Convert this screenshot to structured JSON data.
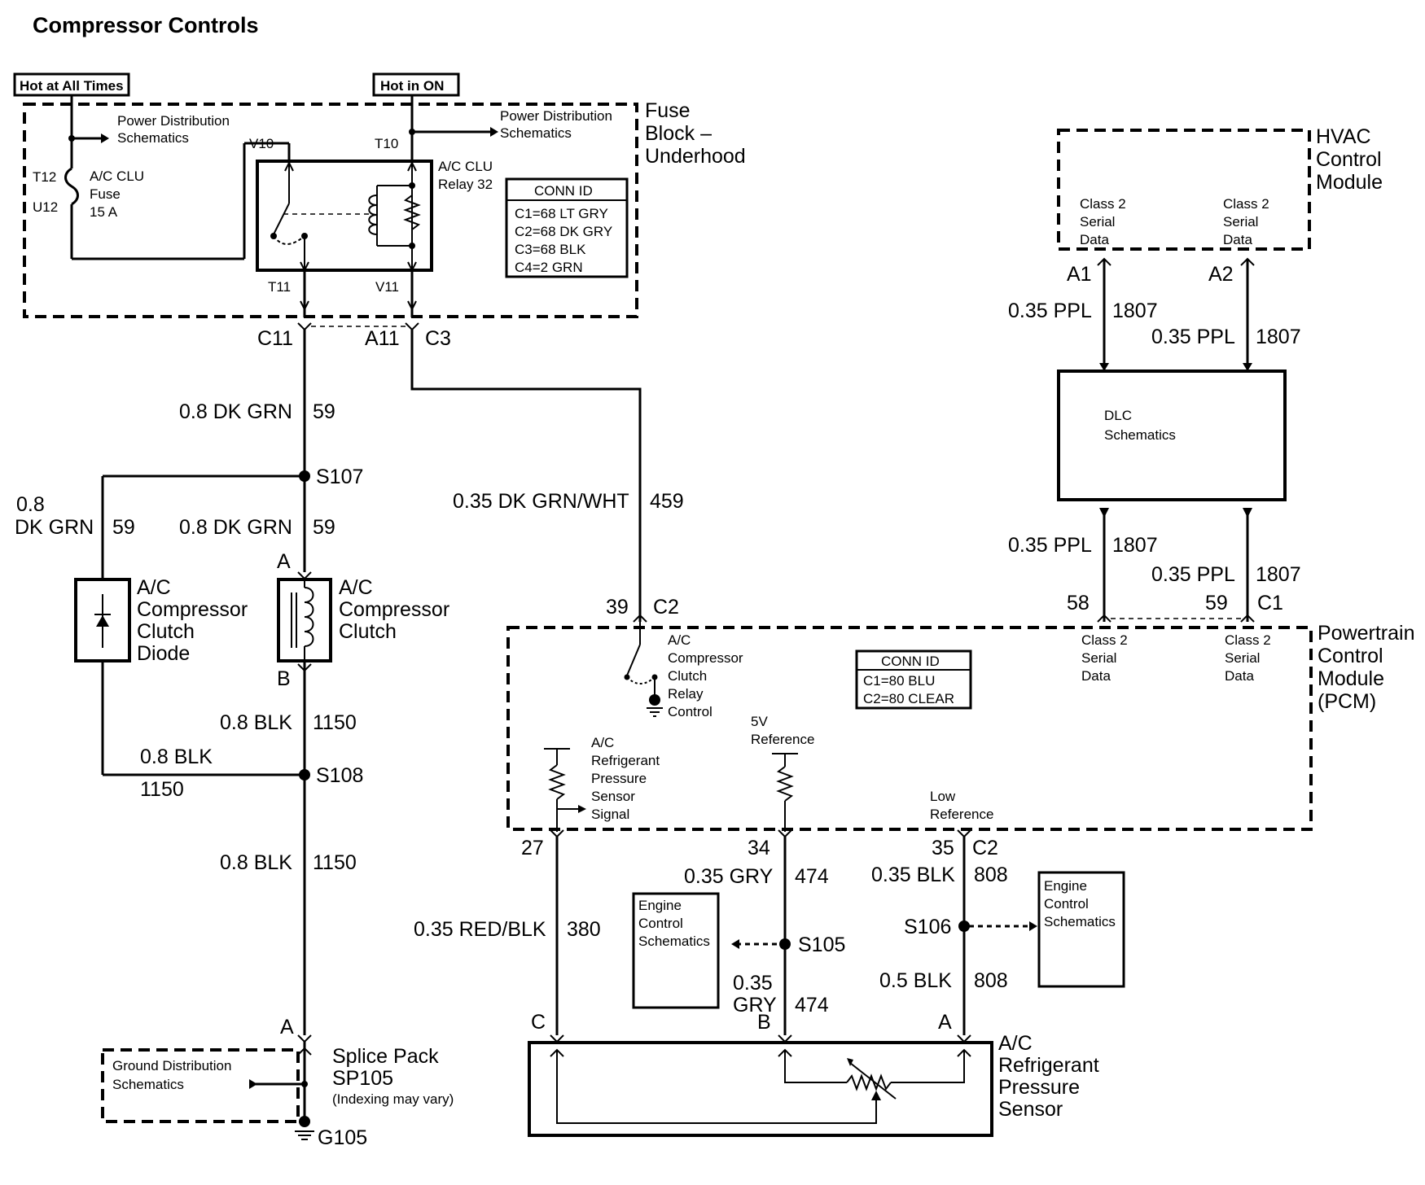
{
  "title": "Compressor Controls",
  "supply": {
    "hot_always": "Hot at All Times",
    "hot_on": "Hot in ON"
  },
  "fuse_block": {
    "name": [
      "Fuse",
      "Block –",
      "Underhood"
    ],
    "power_dist_1": [
      "Power Distribution",
      "Schematics"
    ],
    "power_dist_2": [
      "Power Distribution",
      "Schematics"
    ],
    "fuse_lines": [
      "A/C CLU",
      "Fuse",
      "15 A"
    ],
    "relay_lines": [
      "A/C CLU",
      "Relay 32"
    ],
    "t12": "T12",
    "u12": "U12",
    "v10": "V10",
    "t10": "T10",
    "t11": "T11",
    "v11": "V11",
    "conn_title": "CONN ID",
    "conn_lines": [
      "C1=68 LT GRY",
      "C2=68 DK GRY",
      "C3=68 BLK",
      "C4=2 GRN"
    ]
  },
  "fb_conn": {
    "c11": "C11",
    "a11": "A11",
    "c3": "C3"
  },
  "wires": {
    "dk_grn_1": "0.8 DK GRN",
    "num_59": "59",
    "s107": "S107",
    "dk_grn_left_1": "0.8",
    "dk_grn_left_2": "DK GRN",
    "dk_grn_3": "0.8 DK GRN",
    "dk_grn_wht": "0.35 DK GRN/WHT",
    "num_459": "459",
    "blk_1": "0.8 BLK",
    "num_1150": "1150",
    "blk_2": "0.8 BLK",
    "s108": "S108",
    "blk_3": "0.8 BLK",
    "red_blk": "0.35 RED/BLK",
    "num_380": "380",
    "gry_1": "0.35 GRY",
    "num_474": "474",
    "gry_2a": "0.35",
    "gry_2b": "GRY",
    "blk_035": "0.35 BLK",
    "num_808": "808",
    "blk_05": "0.5 BLK",
    "ppl": "0.35 PPL",
    "num_1807": "1807",
    "s105": "S105",
    "s106": "S106"
  },
  "clutch_diode": [
    "A/C",
    "Compressor",
    "Clutch",
    "Diode"
  ],
  "clutch": [
    "A/C",
    "Compressor",
    "Clutch"
  ],
  "pin_a": "A",
  "pin_b": "B",
  "pin_c": "C",
  "splice_pack": [
    "Splice Pack",
    "SP105",
    "(Indexing may vary)"
  ],
  "ground_dist": [
    "Ground Distribution",
    "Schematics"
  ],
  "g105": "G105",
  "pcm": {
    "name": [
      "Powertrain",
      "Control",
      "Module",
      "(PCM)"
    ],
    "relay_control": [
      "A/C",
      "Compressor",
      "Clutch",
      "Relay",
      "Control"
    ],
    "sensor_signal": [
      "A/C",
      "Refrigerant",
      "Pressure",
      "Sensor",
      "Signal"
    ],
    "ref_5v": [
      "5V",
      "Reference"
    ],
    "low_ref": [
      "Low",
      "Reference"
    ],
    "class2": [
      "Class 2",
      "Serial",
      "Data"
    ],
    "conn_title": "CONN ID",
    "conn_lines": [
      "C1=80 BLU",
      "C2=80 CLEAR"
    ],
    "pin_39": "39",
    "c2_top": "C2",
    "pin_58": "58",
    "pin_59": "59",
    "c1": "C1",
    "pin_27": "27",
    "pin_34": "34",
    "pin_35": "35",
    "c2_bot": "C2"
  },
  "hvac": {
    "name": [
      "HVAC",
      "Control",
      "Module"
    ],
    "class2": [
      "Class 2",
      "Serial",
      "Data"
    ],
    "a1": "A1",
    "a2": "A2"
  },
  "dlc": [
    "DLC",
    "Schematics"
  ],
  "engine_control": [
    "Engine",
    "Control",
    "Schematics"
  ],
  "sensor": [
    "A/C",
    "Refrigerant",
    "Pressure",
    "Sensor"
  ]
}
